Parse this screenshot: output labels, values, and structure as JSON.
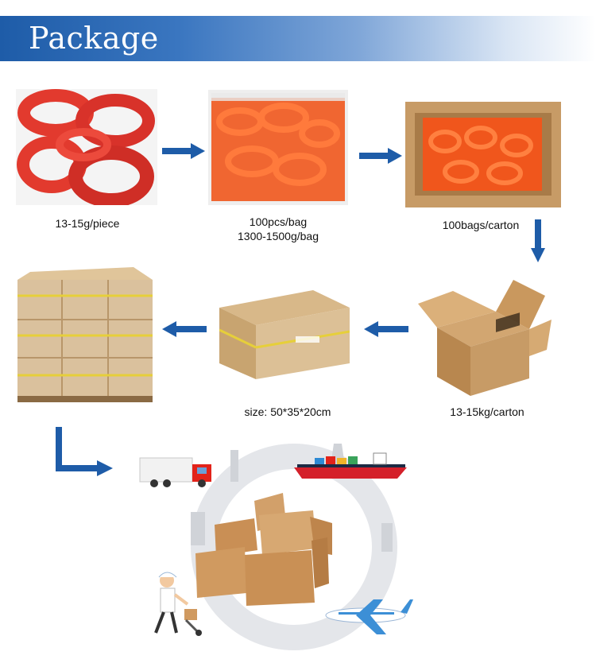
{
  "header": {
    "title": "Package"
  },
  "steps": [
    {
      "caption": "13-15g/piece"
    },
    {
      "caption_line1": "100pcs/bag",
      "caption_line2": "1300-1500g/bag"
    },
    {
      "caption": "100bags/carton"
    },
    {
      "caption": "13-15kg/carton"
    },
    {
      "caption": "size: 50*35*20cm"
    }
  ],
  "colors": {
    "banner_blue": "#1e5ca8",
    "arrow_blue": "#1e5ca8",
    "wristband_red": "#e23a2e",
    "band_orange": "#f0561c",
    "carton_brown": "#c79b66"
  },
  "icons": [
    "arrow-right-icon",
    "arrow-left-icon",
    "arrow-down-icon",
    "corner-arrow-icon",
    "truck-icon",
    "ship-icon",
    "airplane-icon",
    "courier-icon",
    "boxes-icon",
    "globe-icon"
  ]
}
